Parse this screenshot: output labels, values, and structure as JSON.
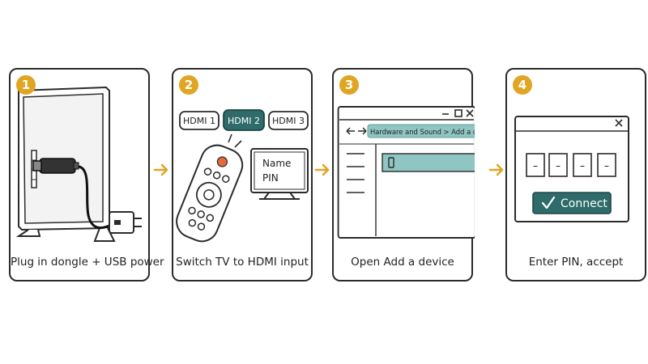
{
  "steps": [
    {
      "number": "1",
      "caption": "Plug in dongle + USB power"
    },
    {
      "number": "2",
      "caption": "Switch TV to HDMI input",
      "hdmi_inputs": [
        "HDMI 1",
        "HDMI 2",
        "HDMI 3"
      ],
      "selected_input": "HDMI 2",
      "screen_lines": [
        "Name",
        "PIN"
      ]
    },
    {
      "number": "3",
      "caption": "Open Add a device",
      "address_bar": "Hardware and Sound > Add a device"
    },
    {
      "number": "4",
      "caption": "Enter PIN, accept",
      "pin_boxes": [
        "–",
        "–",
        "–",
        "–"
      ],
      "connect_label": "Connect"
    }
  ],
  "colors": {
    "accent": "#e0a523",
    "teal": "#2e6b6a",
    "light_teal": "#8fc5c2",
    "power": "#e86a3a"
  }
}
